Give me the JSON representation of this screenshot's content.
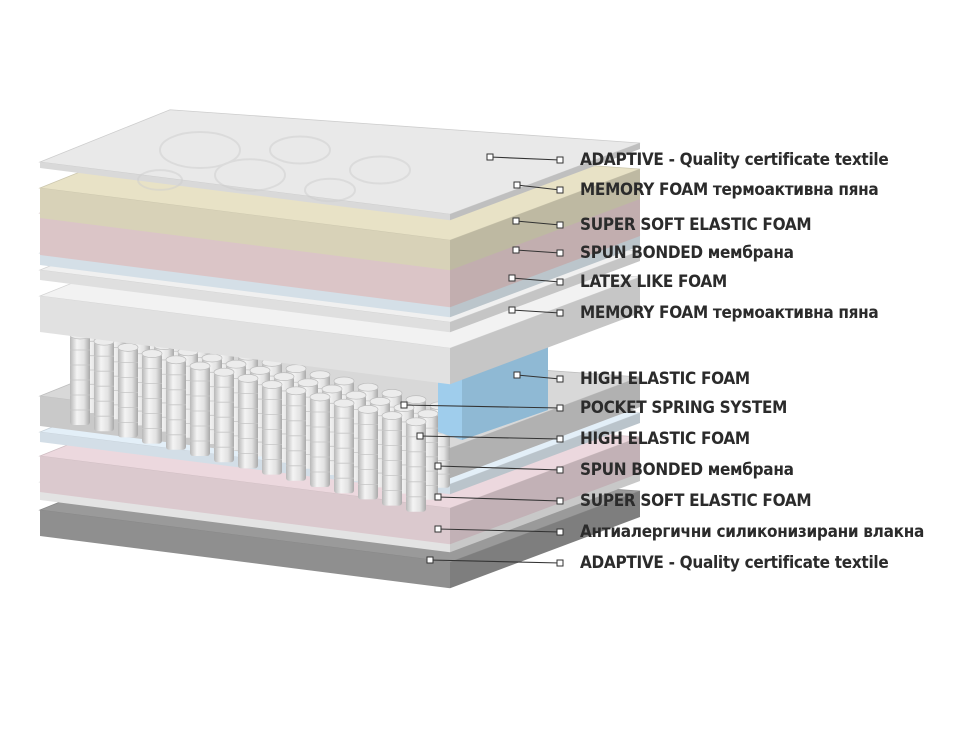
{
  "diagram": {
    "layers": [
      {
        "label": "ADAPTIVE - Quality certificate textile",
        "color": "#e9e9e9"
      },
      {
        "label": "MEMORY FOAM термоактивна пяна",
        "color": "#e8e2c6"
      },
      {
        "label": "SUPER SOFT ELASTIC FOAM",
        "color": "#ecd4d6"
      },
      {
        "label": "SPUN BONDED мембрана",
        "color": "#e4f0f8"
      },
      {
        "label": "LATEX LIKE FOAM",
        "color": "#f0f0f0"
      },
      {
        "label": "MEMORY FOAM термоактивна пяна",
        "color": "#f2f2f2"
      },
      {
        "label": "HIGH ELASTIC FOAM",
        "color": "#9fcdec"
      },
      {
        "label": "POCKET SPRING SYSTEM",
        "color": "#d8d8d8"
      },
      {
        "label": "HIGH ELASTIC FOAM",
        "color": "#f3f3f3"
      },
      {
        "label": "SPUN BONDED мембрана",
        "color": "#e3eff8"
      },
      {
        "label": "SUPER SOFT ELASTIC FOAM",
        "color": "#ecd8de"
      },
      {
        "label": "Антиалергични силиконизирани влакна",
        "color": "#f4f4f4"
      },
      {
        "label": "ADAPTIVE - Quality certificate textile",
        "color": "#9a9a9a"
      }
    ],
    "leader_color": "#333333"
  }
}
